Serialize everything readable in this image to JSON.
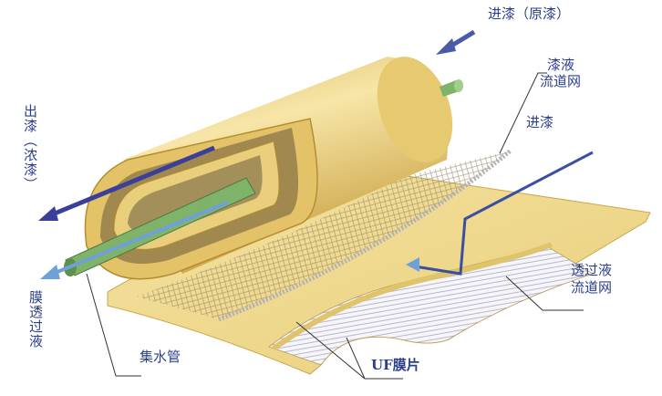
{
  "labels": {
    "feed_raw": "进漆（原漆）",
    "feed_spacer_line1": "漆液",
    "feed_spacer_line2": "流道网",
    "feed": "进漆",
    "concentrate_out": "出漆（浓漆）",
    "permeate": "膜透过液",
    "collection_tube": "集水管",
    "uf_membrane": "UF膜片",
    "permeate_spacer_line1": "透过液",
    "permeate_spacer_line2": "流道网"
  },
  "colors": {
    "label_text": "#2b3f8c",
    "membrane": "#e8cf7a",
    "tube": "#7fb36a",
    "arrow_dark": "#3a3f9a",
    "arrow_light": "#6fa0d8"
  }
}
